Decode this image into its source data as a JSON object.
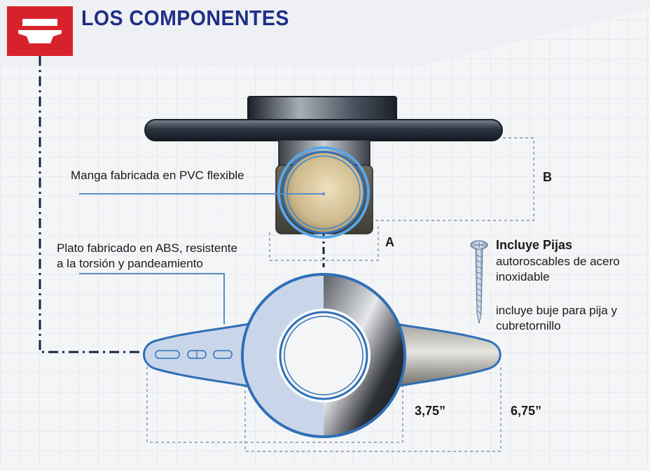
{
  "header": {
    "title": "LOS COMPONENTES",
    "icon": "tee-component-icon",
    "accent_color": "#d7222a",
    "title_color": "#1f2f86"
  },
  "labels": {
    "sleeve": "Manga fabricada en PVC flexible",
    "plate_line1": "Plato fabricado en ABS, resistente",
    "plate_line2": "a la torsión y pandeamiento",
    "dim_a": "A",
    "dim_b": "B",
    "dim_small": "3,75”",
    "dim_large": "6,75”"
  },
  "screws": {
    "title": "Incluye Pijas",
    "line1": "autoroscables de acero",
    "line2": "inoxidable",
    "line3": "incluye buje para pija y",
    "line4": "cubretornillo",
    "icon": "screw-icon"
  }
}
